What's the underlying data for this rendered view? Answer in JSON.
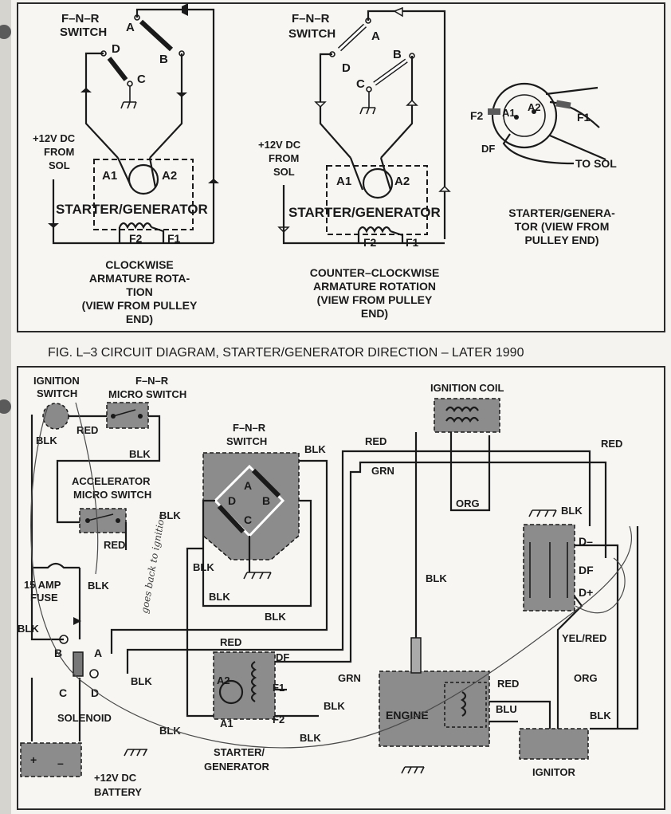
{
  "top_panel": {
    "diagram_cw": {
      "fnr_switch": "F–N–R",
      "fnr_switch2": "SWITCH",
      "terminal_a": "A",
      "terminal_b": "B",
      "terminal_c": "C",
      "terminal_d": "D",
      "supply1": "+12V DC",
      "supply2": "FROM",
      "supply3": "SOL",
      "a1": "A1",
      "a2": "A2",
      "starter_gen": "STARTER/GENERATOR",
      "f2": "F2",
      "f1": "F1",
      "caption": [
        "CLOCKWISE",
        "ARMATURE ROTA-",
        "TION",
        "(VIEW FROM PULLEY",
        "END)"
      ]
    },
    "diagram_ccw": {
      "fnr_switch": "F–N–R",
      "fnr_switch2": "SWITCH",
      "terminal_a": "A",
      "terminal_b": "B",
      "terminal_c": "C",
      "terminal_d": "D",
      "supply1": "+12V DC",
      "supply2": "FROM",
      "supply3": "SOL",
      "a1": "A1",
      "a2": "A2",
      "starter_gen": "STARTER/GENERATOR",
      "f2": "F2",
      "f1": "F1",
      "caption": [
        "COUNTER–CLOCKWISE",
        "ARMATURE ROTATION",
        "(VIEW FROM PULLEY",
        "END)"
      ]
    },
    "end_view": {
      "a1": "A1",
      "a2": "A2",
      "f1": "F1",
      "f2": "F2",
      "df": "DF",
      "to_sol": "TO SOL",
      "caption": [
        "STARTER/GENERA-",
        "TOR (VIEW FROM",
        "PULLEY END)"
      ]
    }
  },
  "figure_title": "FIG. L–3 CIRCUIT DIAGRAM, STARTER/GENERATOR DIRECTION – LATER 1990",
  "bottom_panel": {
    "ignition_switch": [
      "IGNITION",
      "SWITCH"
    ],
    "fnr_micro": [
      "F–N–R",
      "MICRO SWITCH"
    ],
    "ignition_coil": "IGNITION COIL",
    "fnr_switch": [
      "F–N–R",
      "SWITCH"
    ],
    "accel_micro": [
      "ACCELERATOR",
      "MICRO SWITCH"
    ],
    "fuse": [
      "15 AMP",
      "FUSE"
    ],
    "solenoid": "SOLENOID",
    "starter_gen": [
      "STARTER/",
      "GENERATOR"
    ],
    "engine": "ENGINE",
    "ignitor": "IGNITOR",
    "battery": [
      "+12V DC",
      "BATTERY"
    ],
    "terminals": {
      "a": "A",
      "b": "B",
      "c": "C",
      "d": "D",
      "a1": "A1",
      "a2": "A2",
      "f1": "F1",
      "f2": "F2",
      "df": "DF",
      "reg_dminus": "D–",
      "reg_df": "DF",
      "reg_dplus": "D+",
      "bat_plus": "+",
      "bat_minus": "–"
    },
    "wires": {
      "blk": "BLK",
      "red": "RED",
      "grn": "GRN",
      "org": "ORG",
      "blu": "BLU",
      "yel_red": "YEL/RED"
    },
    "handwritten_note": "goes back to ignition"
  }
}
